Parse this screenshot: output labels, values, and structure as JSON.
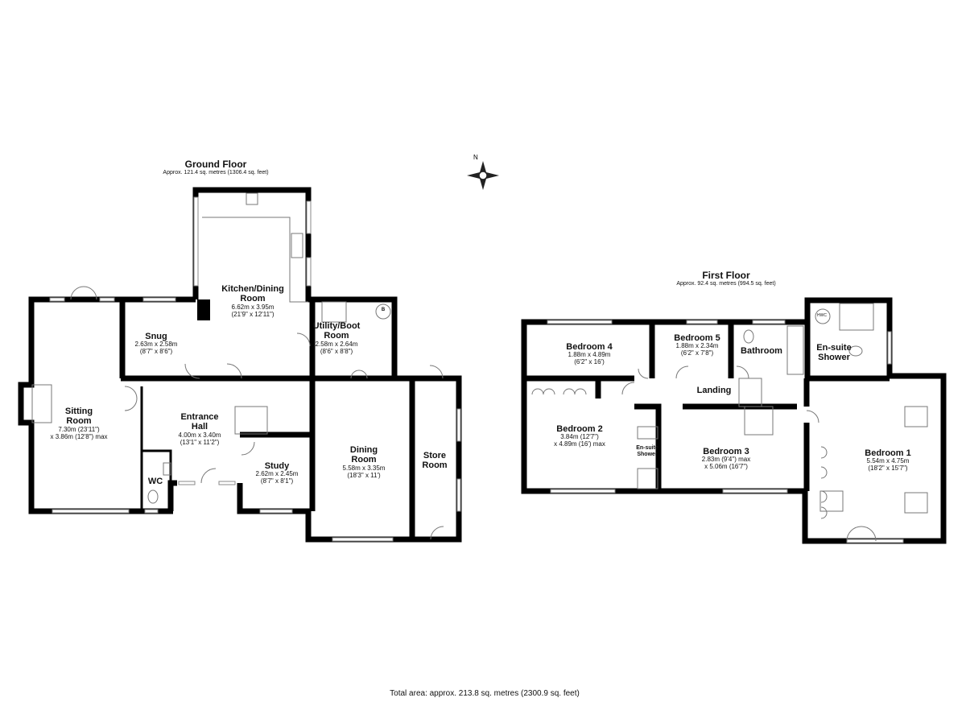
{
  "compass": {
    "label": "N"
  },
  "ground_floor": {
    "title": "Ground Floor",
    "area": "Approx. 121.4 sq. metres (1306.4 sq. feet)",
    "rooms": {
      "kitchen": {
        "name1": "Kitchen/Dining",
        "name2": "Room",
        "dims1": "6.62m x 3.95m",
        "dims2": "(21'9\" x 12'11\")"
      },
      "snug": {
        "name1": "Snug",
        "dims1": "2.63m x 2.58m",
        "dims2": "(8'7\" x 8'6\")"
      },
      "utility": {
        "name1": "Utility/Boot",
        "name2": "Room",
        "dims1": "2.58m x 2.64m",
        "dims2": "(8'6\" x 8'8\")",
        "boiler": "B"
      },
      "sitting": {
        "name1": "Sitting",
        "name2": "Room",
        "dims1": "7.30m (23'11\")",
        "dims2": "x 3.86m (12'8\") max"
      },
      "hall": {
        "name1": "Entrance",
        "name2": "Hall",
        "dims1": "4.00m x 3.40m",
        "dims2": "(13'1\" x 11'2\")"
      },
      "wc": {
        "name1": "WC"
      },
      "study": {
        "name1": "Study",
        "dims1": "2.62m x 2.45m",
        "dims2": "(8'7\" x 8'1\")"
      },
      "dining": {
        "name1": "Dining",
        "name2": "Room",
        "dims1": "5.58m x 3.35m",
        "dims2": "(18'3\" x 11')"
      },
      "store": {
        "name1": "Store",
        "name2": "Room"
      }
    }
  },
  "first_floor": {
    "title": "First Floor",
    "area": "Approx. 92.4 sq. metres (994.5 sq. feet)",
    "rooms": {
      "bed4": {
        "name1": "Bedroom 4",
        "dims1": "1.88m x 4.89m",
        "dims2": "(6'2\" x 16')"
      },
      "bed5": {
        "name1": "Bedroom 5",
        "dims1": "1.88m x 2.34m",
        "dims2": "(6'2\" x 7'8\")"
      },
      "bath": {
        "name1": "Bathroom"
      },
      "ensuite1": {
        "name1": "En-suite",
        "name2": "Shower",
        "hwc": "HWC"
      },
      "landing": {
        "name1": "Landing"
      },
      "bed2": {
        "name1": "Bedroom 2",
        "dims1": "3.84m (12'7\")",
        "dims2": "x 4.89m (16') max"
      },
      "ensuite2": {
        "name1": "En-suite",
        "name2": "Shower"
      },
      "bed3": {
        "name1": "Bedroom 3",
        "dims1": "2.83m (9'4\") max",
        "dims2": "x 5.06m (16'7\")"
      },
      "bed1": {
        "name1": "Bedroom 1",
        "dims1": "5.54m x 4.75m",
        "dims2": "(18'2\" x 15'7\")"
      }
    }
  },
  "total_area": "Total area: approx. 213.8 sq. metres (2300.9 sq. feet)"
}
